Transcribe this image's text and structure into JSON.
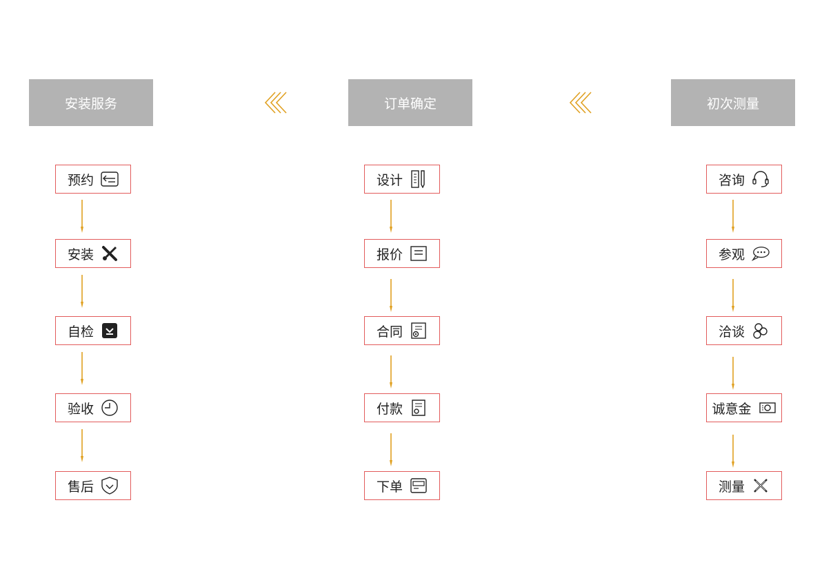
{
  "colors": {
    "phase_bg": "#b3b3b3",
    "step_border": "#e25a5a",
    "arrow": "#e0a020",
    "text": "#222222"
  },
  "phases": [
    {
      "title": "初次测量",
      "steps": [
        {
          "label": "咨询",
          "icon": "headset-icon"
        },
        {
          "label": "参观",
          "icon": "chat-bubble-icon"
        },
        {
          "label": "洽谈",
          "icon": "users-icon"
        },
        {
          "label": "诚意金",
          "icon": "money-note-icon"
        },
        {
          "label": "测量",
          "icon": "measure-cross-icon"
        }
      ]
    },
    {
      "title": "订单确定",
      "steps": [
        {
          "label": "设计",
          "icon": "pencil-ruler-icon"
        },
        {
          "label": "报价",
          "icon": "quote-sheet-icon"
        },
        {
          "label": "合同",
          "icon": "contract-icon"
        },
        {
          "label": "付款",
          "icon": "payment-icon"
        },
        {
          "label": "下单",
          "icon": "order-card-icon"
        }
      ]
    },
    {
      "title": "安装服务",
      "steps": [
        {
          "label": "预约",
          "icon": "calendar-icon"
        },
        {
          "label": "安装",
          "icon": "tools-icon"
        },
        {
          "label": "自检",
          "icon": "checkbox-icon"
        },
        {
          "label": "验收",
          "icon": "clock-icon"
        },
        {
          "label": "售后",
          "icon": "shield-icon"
        }
      ]
    }
  ]
}
